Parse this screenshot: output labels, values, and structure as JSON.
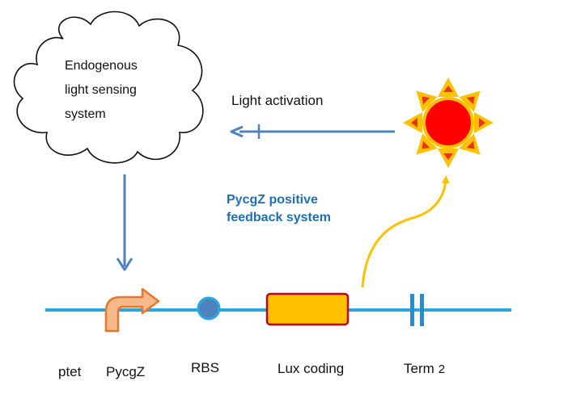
{
  "cloud": {
    "line1": "Endogenous",
    "line2": "light sensing",
    "line3": "system"
  },
  "light_activation_label": "Light activation",
  "feedback": {
    "line1": "PycgZ positive",
    "line2": "feedback system"
  },
  "parts": {
    "ptet": "ptet",
    "pycgz": "PycgZ",
    "rbs": "RBS",
    "lux": "Lux coding",
    "term_main": "Term",
    "term_num": "2"
  },
  "colors": {
    "dna_line": "#29a8e0",
    "arrow_blue": "#4f81bd",
    "feedback_text": "#1f6fb5",
    "promoter_fill": "#f8b98a",
    "promoter_stroke": "#e8762c",
    "rbs_fill": "#4f81bd",
    "lux_fill": "#ffc000",
    "lux_stroke": "#c0001a",
    "sun_core": "#ff0000",
    "sun_ray": "#ffc000",
    "sun_ray_inner": "#e8341c",
    "yellow_arrow": "#ffc000",
    "terminator": "#1e90d8"
  }
}
